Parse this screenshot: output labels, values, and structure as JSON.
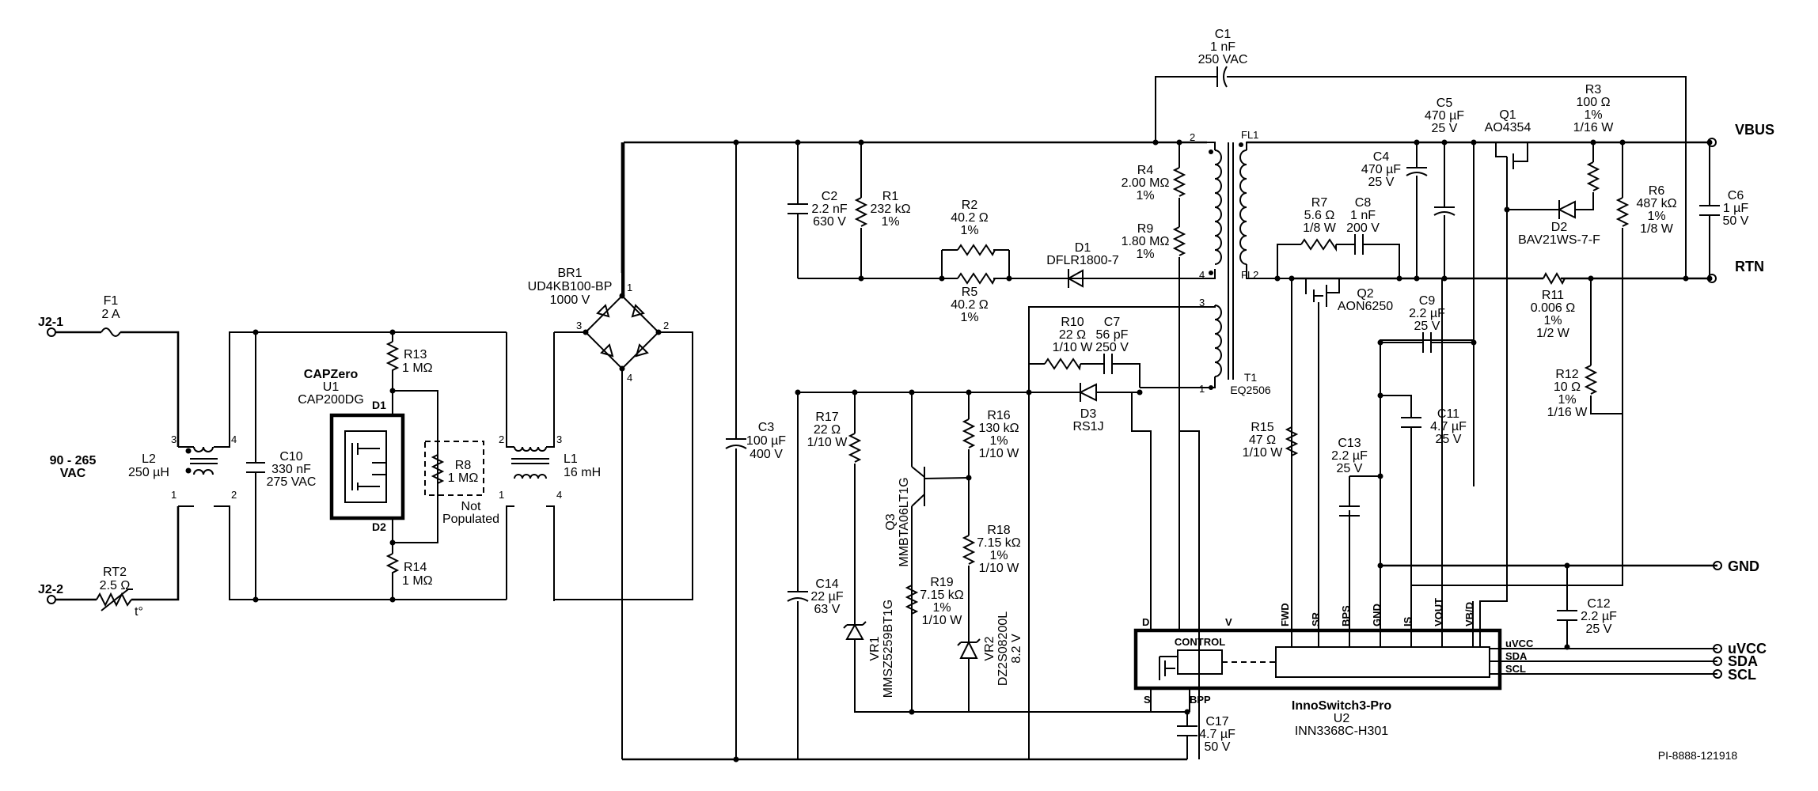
{
  "labels": {
    "j21": "J2-1",
    "j22": "J2-2",
    "vac1": "90 - 265",
    "vac2": "VAC",
    "f1_ref": "F1",
    "f1_val": "2 A",
    "rt2_ref": "RT2",
    "rt2_val": "2.5 Ω",
    "rt2_t": "t°",
    "l2_ref": "L2",
    "l2_val": "250 µH",
    "c10_ref": "C10",
    "c10_val": "330 nF",
    "c10_v": "275 VAC",
    "capzero": "CAPZero",
    "u1_ref": "U1",
    "u1_part": "CAP200DG",
    "d1pin": "D1",
    "d2pin": "D2",
    "r13_ref": "R13",
    "r13_val": "1 MΩ",
    "r14_ref": "R14",
    "r14_val": "1 MΩ",
    "r8_ref": "R8",
    "r8_val": "1 MΩ",
    "not": "Not",
    "populated": "Populated",
    "l1_ref": "L1",
    "l1_val": "16 mH",
    "br1_ref": "BR1",
    "br1_part": "UD4KB100-BP",
    "br1_v": "1000 V",
    "c3_ref": "C3",
    "c3_val": "100 µF",
    "c3_v": "400 V",
    "c2_ref": "C2",
    "c2_val": "2.2 nF",
    "c2_v": "630 V",
    "r1_ref": "R1",
    "r1_val": "232 kΩ",
    "r1_tol": "1%",
    "r2_ref": "R2",
    "r2_val": "40.2 Ω",
    "r2_tol": "1%",
    "r5_ref": "R5",
    "r5_val": "40.2 Ω",
    "r5_tol": "1%",
    "d1_ref": "D1",
    "d1_part": "DFLR1800-7",
    "r4_ref": "R4",
    "r4_val": "2.00 MΩ",
    "r4_tol": "1%",
    "r9_ref": "R9",
    "r9_val": "1.80 MΩ",
    "r9_tol": "1%",
    "c1_ref": "C1",
    "c1_val": "1 nF",
    "c1_v": "250 VAC",
    "t1_ref": "T1",
    "t1_part": "EQ2506",
    "fl1": "FL1",
    "fl2": "FL2",
    "r10_ref": "R10",
    "r10_val": "22 Ω",
    "r10_w": "1/10 W",
    "c7_ref": "C7",
    "c7_val": "56 pF",
    "c7_v": "250 V",
    "d3_ref": "D3",
    "d3_part": "RS1J",
    "r17_ref": "R17",
    "r17_val": "22 Ω",
    "r17_w": "1/10 W",
    "q3_ref": "Q3",
    "q3_part": "MMBTA06LT1G",
    "r16_ref": "R16",
    "r16_val": "130 kΩ",
    "r16_tol": "1%",
    "r16_w": "1/10 W",
    "r18_ref": "R18",
    "r18_val": "7.15 kΩ",
    "r18_tol": "1%",
    "r18_w": "1/10 W",
    "r19_ref": "R19",
    "r19_val": "7.15 kΩ",
    "r19_tol": "1%",
    "r19_w": "1/10 W",
    "c14_ref": "C14",
    "c14_val": "22 µF",
    "c14_v": "63 V",
    "vr1_ref": "VR1",
    "vr1_part": "MMSZ5259BT1G",
    "vr2_ref": "VR2",
    "vr2_part": "DZ2S08200L",
    "vr2_v": "8.2 V",
    "c17_ref": "C17",
    "c17_val": "4.7 µF",
    "c17_v": "50 V",
    "r7_ref": "R7",
    "r7_val": "5.6 Ω",
    "r7_w": "1/8 W",
    "c8_ref": "C8",
    "c8_val": "1 nF",
    "c8_v": "200 V",
    "c4_ref": "C4",
    "c4_val": "470 µF",
    "c4_v": "25 V",
    "c5_ref": "C5",
    "c5_val": "470 µF",
    "c5_v": "25 V",
    "q1_ref": "Q1",
    "q1_part": "AO4354",
    "r3_ref": "R3",
    "r3_val": "100 Ω",
    "r3_tol": "1%",
    "r3_w": "1/16 W",
    "d2_ref": "D2",
    "d2_part": "BAV21WS-7-F",
    "r6_ref": "R6",
    "r6_val": "487 kΩ",
    "r6_tol": "1%",
    "r6_w": "1/8 W",
    "c6_ref": "C6",
    "c6_val": "1 µF",
    "c6_v": "50 V",
    "vbus": "VBUS",
    "rtn": "RTN",
    "gnd": "GND",
    "uvcc": "uVCC",
    "sda": "SDA",
    "scl": "SCL",
    "q2_ref": "Q2",
    "q2_part": "AON6250",
    "c9_ref": "C9",
    "c9_val": "2.2 µF",
    "c9_v": "25 V",
    "r11_ref": "R11",
    "r11_val": "0.006 Ω",
    "r11_tol": "1%",
    "r11_w": "1/2 W",
    "r12_ref": "R12",
    "r12_val": "10 Ω",
    "r12_tol": "1%",
    "r12_w": "1/16 W",
    "c11_ref": "C11",
    "c11_val": "4.7 µF",
    "c11_v": "25 V",
    "r15_ref": "R15",
    "r15_val": "47 Ω",
    "r15_w": "1/10 W",
    "c13_ref": "C13",
    "c13_val": "2.2 µF",
    "c13_v": "25 V",
    "c12_ref": "C12",
    "c12_val": "2.2 µF",
    "c12_v": "25 V",
    "pin_fwd": "FWD",
    "pin_sr": "SR",
    "pin_bps": "BPS",
    "pin_gnd": "GND",
    "pin_is": "IS",
    "pin_vout": "VOUT",
    "pin_vbd": "VB/D",
    "pin_d": "D",
    "pin_v": "V",
    "pin_s": "S",
    "pin_bpp": "BPP",
    "control": "CONTROL",
    "pin_uvcc": "uVCC",
    "pin_sda": "SDA",
    "pin_scl": "SCL",
    "inno": "InnoSwitch3-Pro",
    "u2_ref": "U2",
    "u2_part": "INN3368C-H301",
    "pi": "PI-8888-121918",
    "pn1": "1",
    "pn2": "2",
    "pn3": "3",
    "pn4": "4"
  }
}
